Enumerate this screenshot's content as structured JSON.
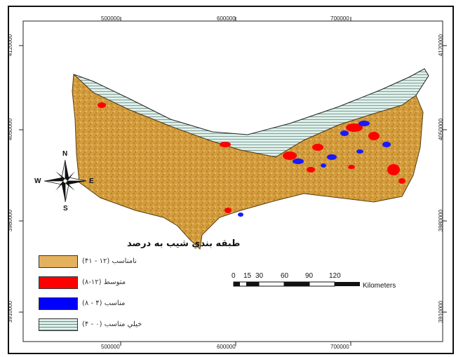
{
  "map": {
    "coords_top": [
      "500000",
      "600000",
      "700000"
    ],
    "coords_bottom": [
      "500000",
      "600000",
      "700000"
    ],
    "coords_left": [
      "4120000",
      "4050000",
      "3980000",
      "3910000"
    ],
    "coords_right": [
      "4120000",
      "4050000",
      "3980000",
      "3910000"
    ]
  },
  "compass": {
    "n": "N",
    "s": "S",
    "e": "E",
    "w": "W"
  },
  "legend": {
    "title": "طبقه بندي شيب به درصد",
    "items": [
      {
        "label": "نامناسب (۱۲ - ۴۱)",
        "color": "#e4b25e",
        "pattern": "solid"
      },
      {
        "label": "متوسط (۱۲-۸)",
        "color": "#ff0000",
        "pattern": "solid"
      },
      {
        "label": "مناسب (۴ - ۸)",
        "color": "#0000ff",
        "pattern": "solid"
      },
      {
        "label": "خيلي مناسب (۰ - ۴)",
        "color": "#dcefe9",
        "pattern": "hatch"
      }
    ]
  },
  "scale": {
    "ticks": [
      "0",
      "15",
      "30",
      "60",
      "90",
      "120"
    ],
    "unit": "Kilometers"
  }
}
